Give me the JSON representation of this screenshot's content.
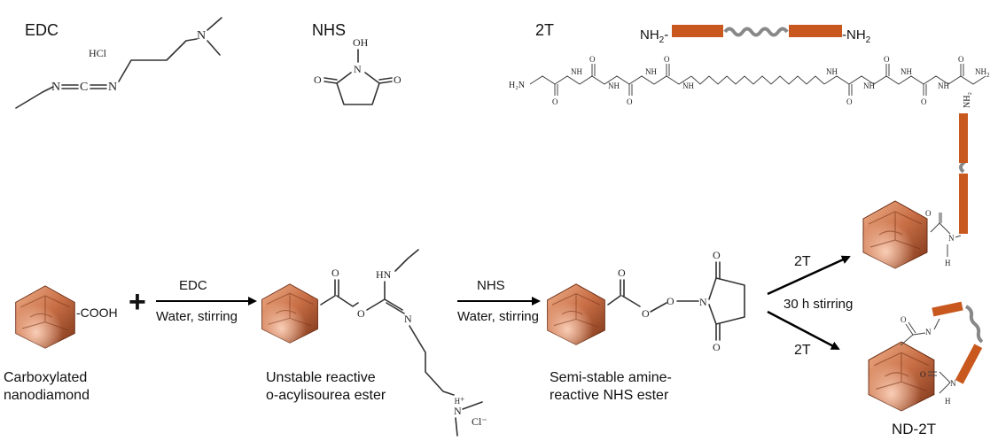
{
  "reagents": {
    "edc_title": "EDC",
    "edc_hcl": "HCl",
    "edc_n1": "N",
    "edc_c": "C",
    "edc_n2": "N",
    "edc_n3": "N",
    "nhs_title": "NHS",
    "nhs_oh": "OH",
    "nhs_n": "N",
    "nhs_o1": "O",
    "nhs_o2": "O",
    "t2_title": "2T",
    "t2_nh2_left": "NH",
    "t2_nh2_right": "-NH",
    "sub2": "2"
  },
  "peptide": {
    "h2n": "H₂N",
    "nh": "NH",
    "o": "O"
  },
  "scheme": {
    "cooh": "COOH",
    "plus": "+",
    "step1_reagent": "EDC",
    "step1_conditions": "Water, stirring",
    "step2_reagent": "NHS",
    "step2_conditions": "Water, stirring",
    "branch_top": "2T",
    "branch_middle": "30 h stirring",
    "branch_bottom": "2T"
  },
  "labels": {
    "carboxylated_l1": "Carboxylated",
    "carboxylated_l2": "nanodiamond",
    "unstable_l1": "Unstable reactive",
    "unstable_l2": "o-acylisourea ester",
    "semistable_l1": "Semi-stable amine-",
    "semistable_l2": "reactive NHS ester",
    "product": "ND-2T"
  },
  "atoms": {
    "o": "O",
    "n": "N",
    "hn": "HN",
    "h": "H",
    "nh": "N",
    "cl": "Cl⁻",
    "nplus": "N",
    "plus": "+",
    "nh2_vertical": "NH₂"
  },
  "colors": {
    "peptide_block": "#c8581e",
    "linker": "#8c8c8c",
    "diamond_light": "#e6a07a",
    "diamond_dark": "#8a3f22"
  }
}
